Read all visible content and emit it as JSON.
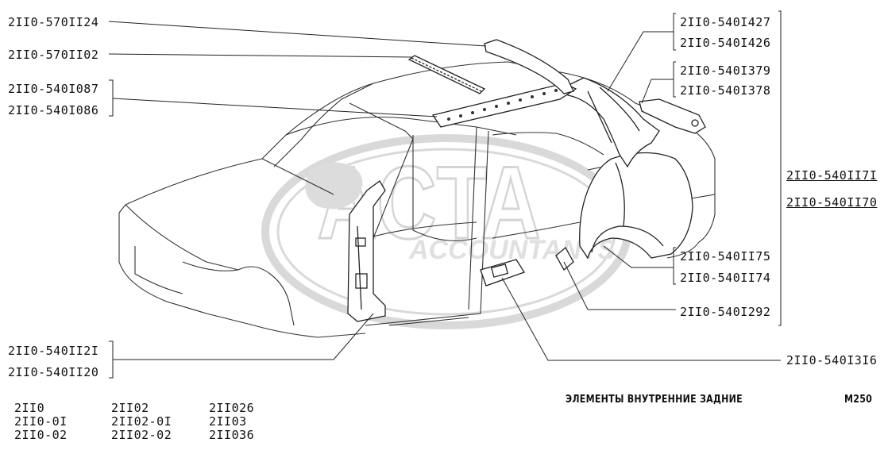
{
  "callouts": {
    "c1": "2II0-570II24",
    "c2": "2II0-570II02",
    "c3a": "2II0-540I087",
    "c3b": "2II0-540I086",
    "c4a": "2II0-540I427",
    "c4b": "2II0-540I426",
    "c5a": "2II0-540I379",
    "c5b": "2II0-540I378",
    "c6a": "2II0-540II7I",
    "c6b": "2II0-540II70",
    "c7a": "2II0-540II75",
    "c7b": "2II0-540II74",
    "c8": "2II0-540I292",
    "c9a": "2II0-540II2I",
    "c9b": "2II0-540II20",
    "c10": "2II0-540I3I6"
  },
  "models": {
    "col1": [
      "2II0",
      "2II0-0I",
      "2II0-02"
    ],
    "col2": [
      "2II02",
      "2II02-0I",
      "2II02-02"
    ],
    "col3": [
      "2II026",
      "2II03",
      "2II036"
    ]
  },
  "footer": {
    "title": "ЭЛЕМЕНТЫ ВНУТРЕННИЕ ЗАДНИЕ",
    "code": "M250"
  },
  "watermark": {
    "main": "ACTA",
    "sub": "ACCOUNTANTS"
  }
}
